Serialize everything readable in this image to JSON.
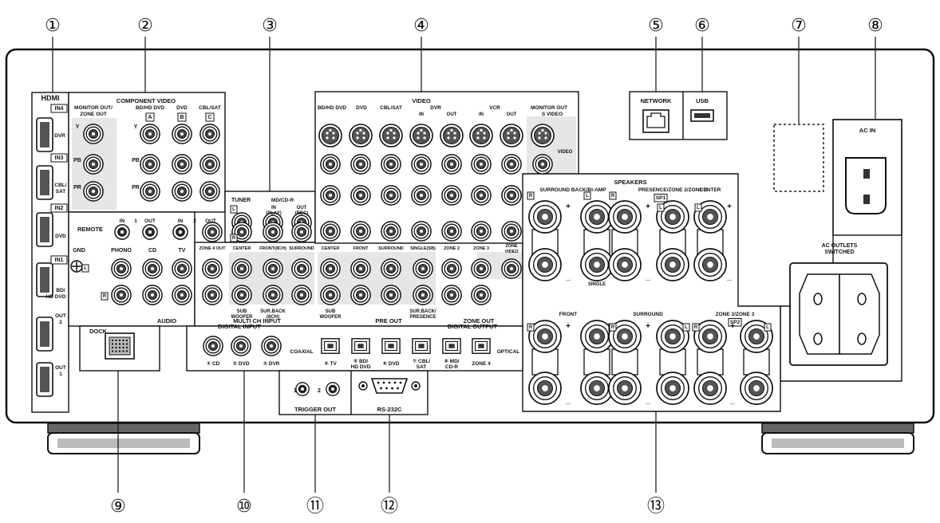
{
  "callouts": {
    "c1": "①",
    "c2": "②",
    "c3": "③",
    "c4": "④",
    "c5": "⑤",
    "c6": "⑥",
    "c7": "⑦",
    "c8": "⑧",
    "c9": "⑨",
    "c10": "⑩",
    "c11": "⑪",
    "c12": "⑫",
    "c13": "⑬"
  },
  "hdmi": {
    "title": "HDMI",
    "in4": "IN4",
    "in3": "IN3",
    "in2": "IN2",
    "in1": "IN1",
    "dvr": "DVR",
    "cbl": "CBL/",
    "sat": "SAT",
    "dvd": "DVD",
    "bd": "BD/",
    "hddvd": "HD DVD",
    "out2a": "OUT",
    "out2b": "2",
    "out1a": "OUT",
    "out1b": "1"
  },
  "component": {
    "title": "COMPONENT VIDEO",
    "monitor1": "MONITOR OUT/",
    "monitor2": "ZONE OUT",
    "bd": "BD/HD DVD",
    "dvd": "DVD",
    "cbl": "CBL/SAT",
    "a": "A",
    "b": "B",
    "c": "C",
    "y": "Y",
    "pb": "PB",
    "pr": "PR"
  },
  "remote": {
    "label": "REMOTE",
    "in1": "IN",
    "n1": "1",
    "out1": "OUT",
    "in2": "IN",
    "n2": "2",
    "out2": "OUT"
  },
  "audio": {
    "gnd": "GND",
    "phono": "PHONO",
    "cd": "CD",
    "tv": "TV",
    "l": "L",
    "r": "R",
    "title": "AUDIO"
  },
  "tuner": {
    "label": "TUNER",
    "md1": "MD/CD-R",
    "in": "IN",
    "play": "(PLAY)",
    "out": "OUT",
    "rec": "(REC)",
    "l": "L",
    "r": "R"
  },
  "multich": {
    "zone4": "ZONE 4 OUT",
    "center": "CENTER",
    "front": "FRONT(8CH)",
    "surround": "SURROUND",
    "sub1": "SUB",
    "sub2": "WOOFER",
    "sb1": "SUR.BACK",
    "sb2": "(8CH)",
    "title": "MULTI CH INPUT"
  },
  "preout": {
    "center": "CENTER",
    "front": "FRONT",
    "surround": "SURROUND",
    "single": "SINGLE(SB)",
    "sub1": "SUB",
    "sub2": "WOOFER",
    "sb1": "SUR.BACK/",
    "sb2": "PRESENCE",
    "title": "PRE OUT"
  },
  "zoneout": {
    "zone2": "ZONE 2",
    "zone3": "ZONE 3",
    "zv1": "ZONE",
    "zv2": "VIDEO",
    "title": "ZONE OUT"
  },
  "video": {
    "title": "VIDEO",
    "bd": "BD/HD DVD",
    "dvd": "DVD",
    "cbl": "CBL/SAT",
    "dvr": "DVR",
    "vcr": "VCR",
    "in": "IN",
    "out": "OUT",
    "mon1": "MONITOR OUT",
    "mon2": "S VIDEO",
    "vid": "VIDEO"
  },
  "network": "NETWORK",
  "usb": "USB",
  "acin": "AC IN",
  "acout1": "AC OUTLETS",
  "acout2": "SWITCHED",
  "speakers": {
    "title": "SPEAKERS",
    "sb": "SURROUND BACK/BI-AMP",
    "pres": "PRESENCE/ZONE 2/ZONE 3",
    "sp1": "SP1",
    "center": "CENTER",
    "single": "SINGLE",
    "front": "FRONT",
    "surround": "SURROUND",
    "z23": "ZONE 2/ZONE 3",
    "sp2": "SP2",
    "r": "R",
    "l": "L",
    "plus": "+",
    "minus": "_"
  },
  "dock": "DOCK",
  "digin": {
    "title": "DIGITAL INPUT",
    "coaxial": "COAXIAL",
    "cd": "① CD",
    "dvd": "② DVD",
    "dvr": "③ DVR",
    "tv": "④ TV",
    "bd1": "⑤ BD/",
    "bd2": "HD DVD",
    "dvd6": "⑥ DVD",
    "cbl1": "⑦ CBL/",
    "cbl2": "SAT",
    "md1": "⑧ MD/",
    "md2": "CD-R"
  },
  "digout": {
    "title": "DIGITAL OUTPUT",
    "zone4": "ZONE 4",
    "optical": "OPTICAL"
  },
  "trigger": {
    "title": "TRIGGER OUT",
    "n1": "1",
    "n2": "2"
  },
  "rs232": "RS-232C"
}
